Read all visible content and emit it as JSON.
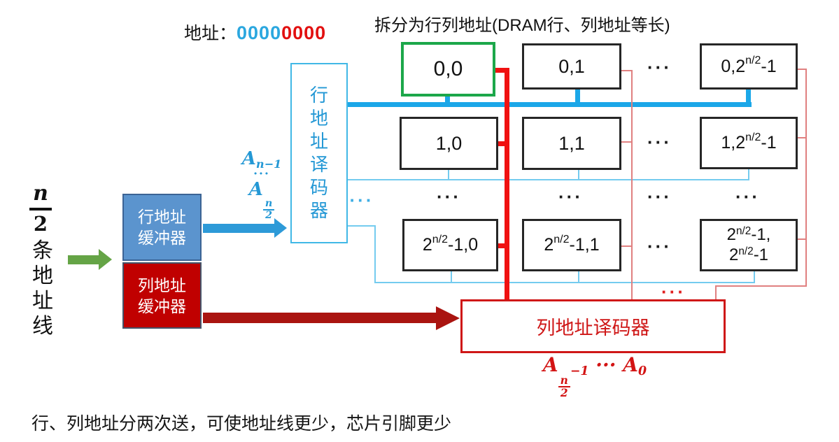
{
  "header": {
    "address_label": "地址：",
    "address_row_bits": "0000",
    "address_col_bits": "0000",
    "title": "拆分为行列地址(DRAM行、列地址等长)"
  },
  "left": {
    "frac_num": "n",
    "frac_den": "2",
    "vertical_chars": "条地址线"
  },
  "buffers": {
    "row": {
      "line1": "行地址",
      "line2": "缓冲器"
    },
    "col": {
      "line1": "列地址",
      "line2": "缓冲器"
    }
  },
  "row_decoder": {
    "chars": "行地址译码器"
  },
  "col_decoder": {
    "label": "列地址译码器"
  },
  "bits": {
    "row_line1": [
      {
        "t": "A"
      },
      {
        "sub": "n−1"
      }
    ],
    "row_line3": [
      {
        "t": "A"
      },
      {
        "subfrac": [
          "n",
          "2"
        ]
      }
    ],
    "col": [
      {
        "t": "A"
      },
      {
        "subfrac": [
          "n",
          "2"
        ]
      },
      {
        "sub": "−1"
      },
      {
        "t": " ··· "
      },
      {
        "t": "A"
      },
      {
        "sub": "0"
      }
    ]
  },
  "grid": {
    "cells": {
      "r1c1": [
        {
          "t": "0,0"
        }
      ],
      "r1c2": [
        {
          "t": "0,1"
        }
      ],
      "r1c4": [
        {
          "t": "0,2"
        },
        {
          "sup": "n/2"
        },
        {
          "t": "-1"
        }
      ],
      "r2c1": [
        {
          "t": "1,0"
        }
      ],
      "r2c2": [
        {
          "t": "1,1"
        }
      ],
      "r2c4": [
        {
          "t": "1,2"
        },
        {
          "sup": "n/2"
        },
        {
          "t": "-1"
        }
      ],
      "r4c1": [
        {
          "t": "2"
        },
        {
          "sup": "n/2"
        },
        {
          "t": "-1,0"
        }
      ],
      "r4c2": [
        {
          "t": "2"
        },
        {
          "sup": "n/2"
        },
        {
          "t": "-1,1"
        }
      ],
      "r4c4a": [
        {
          "t": "2"
        },
        {
          "sup": "n/2"
        },
        {
          "t": "-1,"
        }
      ],
      "r4c4b": [
        {
          "t": "2"
        },
        {
          "sup": "n/2"
        },
        {
          "t": "-1"
        }
      ]
    }
  },
  "glyphs": {
    "dots": "···"
  },
  "caption": "行、列地址分两次送，可使地址线更少，芯片引脚更少",
  "colors": {
    "row_select_active": "#1ba7e8",
    "row_select": "#74cbef",
    "col_select_active": "#f01111",
    "col_select": "#e08080",
    "row_buffer_fill": "#5b94ce",
    "col_buffer_fill": "#c00000",
    "highlight_cell_border": "#1ca74a",
    "green_arrow": "#65a446",
    "dark_red_arrow": "#aa1410",
    "row_decoder_blue": "#2498d5",
    "col_decoder_red": "#cf1717",
    "address_row_bits_color": "#2ba7df",
    "address_col_bits_color": "#e21010"
  }
}
